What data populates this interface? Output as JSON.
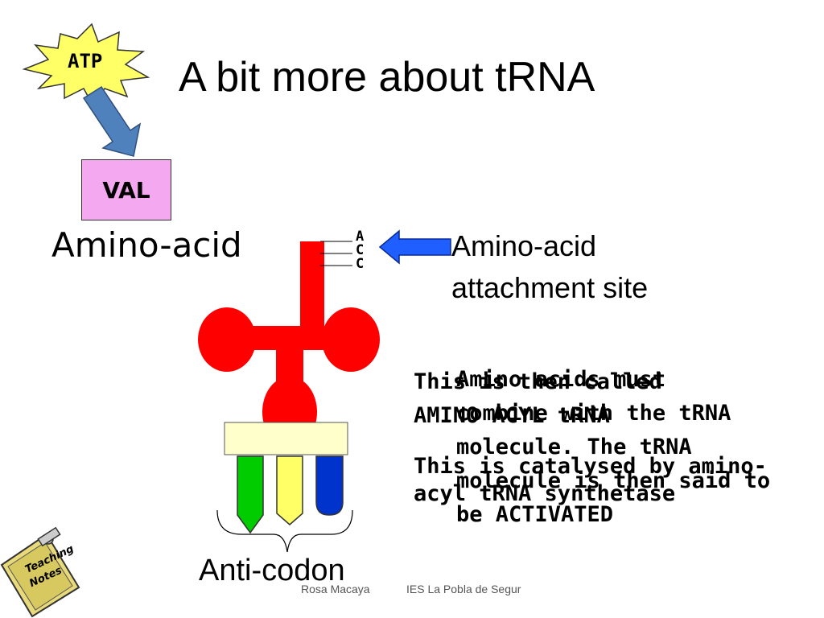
{
  "slide": {
    "title": "A bit more about tRNA",
    "atp_label": "ATP",
    "val_label": "VAL",
    "amino_acid_label": "Amino-acid",
    "attachment_site": {
      "line1": "Amino-acid",
      "line2": "attachment site"
    },
    "acc_letters": [
      "A",
      "C",
      "C"
    ],
    "anticodon_label": "Anti-codon",
    "overlapping_notes": {
      "note1_lines": [
        "This is then called",
        "AMINO ACYL tRNA"
      ],
      "note2_lines": [
        "Amino acids must",
        "combine with the tRNA",
        "molecule. The tRNA",
        "molecule is then said to",
        "be ACTIVATED"
      ],
      "note3_lines": [
        "This is catalysed by amino-",
        "acyl tRNA synthetase"
      ]
    },
    "teaching_notes_label": {
      "line1": "Teaching",
      "line2": "Notes"
    },
    "footer": {
      "author": "Rosa Macaya",
      "school": "IES La Pobla de Segur"
    },
    "colors": {
      "trna_red": "#ff0000",
      "atp_star": "#ffff66",
      "val_box": "#f3a8f0",
      "arrow_blue": "#1f5fff",
      "atp_arrow": "#4f81bd",
      "base_green": "#00cc00",
      "base_yellow": "#ffff66",
      "base_blue": "#0033cc",
      "anticodon_bar": "#ffffcc"
    }
  }
}
